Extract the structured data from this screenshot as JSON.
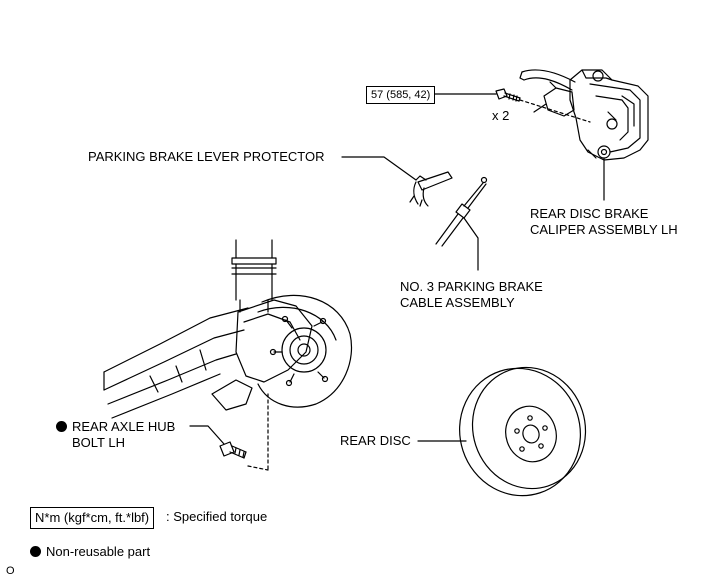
{
  "labels": {
    "torque_value": "57 (585, 42)",
    "bolt_qty": "x 2",
    "lever_protector": "PARKING BRAKE LEVER PROTECTOR",
    "caliper_line1": "REAR DISC BRAKE",
    "caliper_line2": "CALIPER ASSEMBLY LH",
    "cable_line1": "NO. 3 PARKING BRAKE",
    "cable_line2": "CABLE ASSEMBLY",
    "hub_bolt_line1": "REAR AXLE HUB",
    "hub_bolt_line2": "BOLT LH",
    "rear_disc": "REAR DISC"
  },
  "legend": {
    "torque_box": "N*m (kgf*cm, ft.*lbf)",
    "torque_desc": ": Specified torque",
    "nonreusable": "Non-reusable part"
  },
  "corner_mark": "O"
}
